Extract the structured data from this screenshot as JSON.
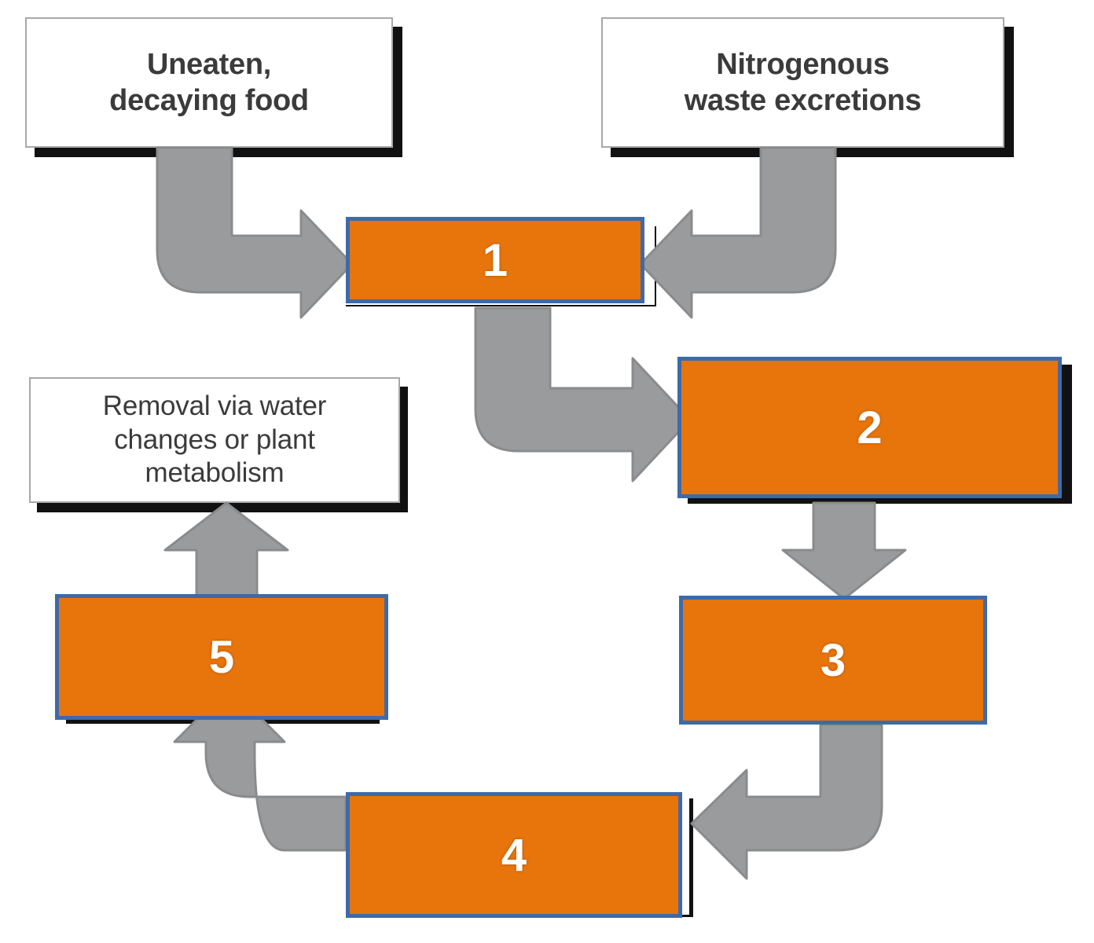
{
  "diagram": {
    "title": "Aquarium nitrogen cycle flow diagram",
    "colors": {
      "orange_fill": "#E8740C",
      "orange_border": "#3E6AA8",
      "arrow_gray": "#9A9B9D",
      "arrow_outline": "#8A8B8D",
      "label_border": "#A8A8A8",
      "label_text": "#3B3B3B",
      "shadow": "#111111",
      "background": "#FFFFFF",
      "step_number_text": "#FFFFFF"
    },
    "label_boxes": [
      {
        "id": "uneaten-food",
        "text": "Uneaten,\ndecaying food"
      },
      {
        "id": "nitrogenous-waste",
        "text": "Nitrogenous\nwaste excretions"
      },
      {
        "id": "removal",
        "text": "Removal via water\nchanges or plant\nmetabolism"
      }
    ],
    "step_boxes": [
      {
        "id": "step-1",
        "number": "1"
      },
      {
        "id": "step-2",
        "number": "2"
      },
      {
        "id": "step-3",
        "number": "3"
      },
      {
        "id": "step-4",
        "number": "4"
      },
      {
        "id": "step-5",
        "number": "5"
      }
    ],
    "arrows": [
      {
        "id": "arrow-uneaten-to-1",
        "from": "uneaten-food",
        "to": "step-1",
        "shape": "bent-down-right"
      },
      {
        "id": "arrow-waste-to-1",
        "from": "nitrogenous-waste",
        "to": "step-1",
        "shape": "bent-down-left"
      },
      {
        "id": "arrow-1-to-2",
        "from": "step-1",
        "to": "step-2",
        "shape": "bent-down-right"
      },
      {
        "id": "arrow-2-to-3",
        "from": "step-2",
        "to": "step-3",
        "shape": "straight-down"
      },
      {
        "id": "arrow-3-to-4",
        "from": "step-3",
        "to": "step-4",
        "shape": "bent-down-left"
      },
      {
        "id": "arrow-4-to-5",
        "from": "step-4",
        "to": "step-5",
        "shape": "bent-left-up"
      },
      {
        "id": "arrow-5-to-removal",
        "from": "step-5",
        "to": "removal",
        "shape": "straight-up"
      }
    ]
  }
}
